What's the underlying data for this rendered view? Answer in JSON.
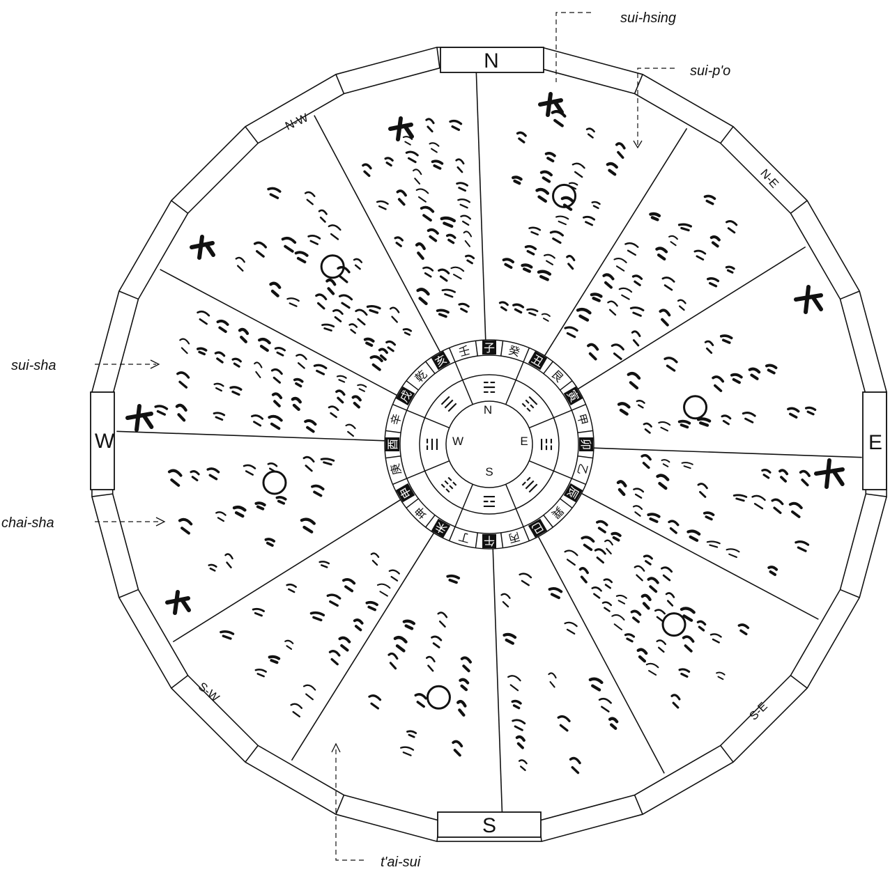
{
  "diagram": {
    "directions": {
      "north": "N",
      "south": "S",
      "east": "E",
      "west": "W",
      "northeast": "N-E",
      "northwest": "N-W",
      "southeast": "S-E",
      "southwest": "S-W"
    },
    "center_directions": {
      "north": "N",
      "south": "S",
      "east": "E",
      "west": "W"
    },
    "annotations": {
      "sui_hsing": "sui-hsing",
      "sui_po": "sui-p'o",
      "sui_sha": "sui-sha",
      "chai_sha": "chai-sha",
      "tai_sui": "t'ai-sui"
    },
    "inner_ring_glyphs": [
      "壬",
      "子",
      "癸",
      "丑",
      "艮",
      "寅",
      "甲",
      "卯",
      "乙",
      "辰",
      "巽",
      "巳",
      "丙",
      "午",
      "丁",
      "未",
      "坤",
      "申",
      "庚",
      "酉",
      "辛",
      "戌",
      "乾",
      "亥"
    ],
    "trigrams": [
      "☵",
      "☶",
      "☳",
      "☴",
      "☲",
      "☷",
      "☱",
      "☰"
    ]
  },
  "colors": {
    "ink": "#111111",
    "paper": "#ffffff"
  }
}
